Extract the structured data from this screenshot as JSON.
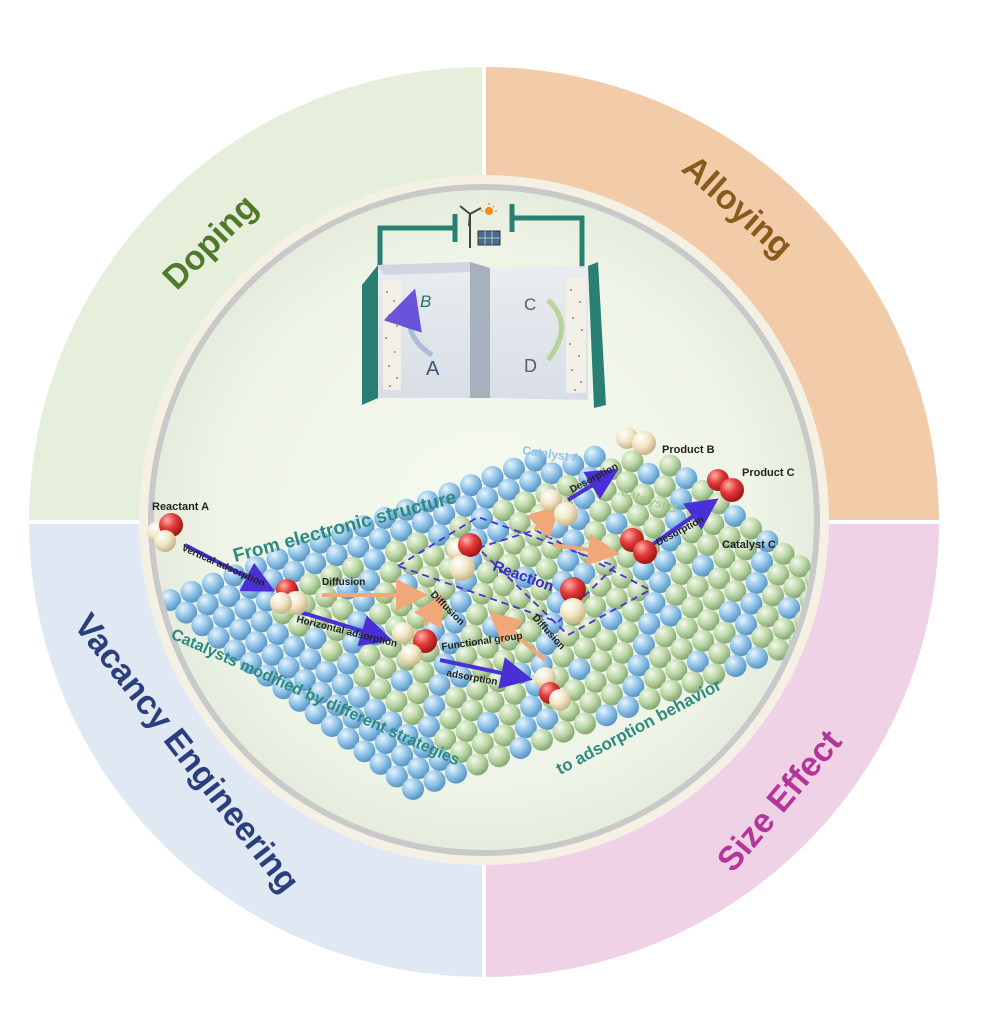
{
  "quadrants": {
    "doping": "Doping",
    "alloying": "Alloying",
    "vacancy": "Vacancy Engineering",
    "size": "Size Effect"
  },
  "cell": {
    "label_b": "B",
    "label_a": "A",
    "label_c": "C",
    "label_d": "D"
  },
  "surface": {
    "reactant_a": "Reactant A",
    "vertical_adsorption": "Vertical adsorption",
    "diffusion_1": "Diffusion",
    "diffusion_2": "Diffusion",
    "diffusion_3": "Diffusion",
    "horizontal_adsorption": "Horizontal adsorption",
    "functional_group": "Functional group",
    "adsorption": "adsorption",
    "reaction": "Reaction",
    "catalyst_a": "Catalyst A",
    "catalyst_b": "Catalyst B",
    "catalyst_c": "Catalyst C",
    "desorption_1": "Desorption",
    "desorption_2": "Desorption",
    "product_b": "Product B",
    "product_c": "Product C",
    "from_electronic": "From electronic structure",
    "catalysts_modified": "Catalysts modified by different strategies",
    "to_adsorption": "to adsorption behavior"
  },
  "colors": {
    "doping_bg": "#e6efdc",
    "alloying_bg": "#f2cba9",
    "vacancy_bg": "#dfe8f3",
    "size_bg": "#f0d2e6",
    "doping_text": "#4f7a2a",
    "alloying_text": "#8a5a1d",
    "vacancy_text": "#2c3f7d",
    "size_text": "#b3359a",
    "atom_blue": "#8fc3e8",
    "atom_green": "#bcd8a7",
    "oxygen_red": "#e23a3a",
    "hydrogen_cream": "#f1e5c4",
    "arrow_blue": "#4b2fd6",
    "arrow_orange": "#f0a878",
    "teal": "#2e8a80"
  }
}
